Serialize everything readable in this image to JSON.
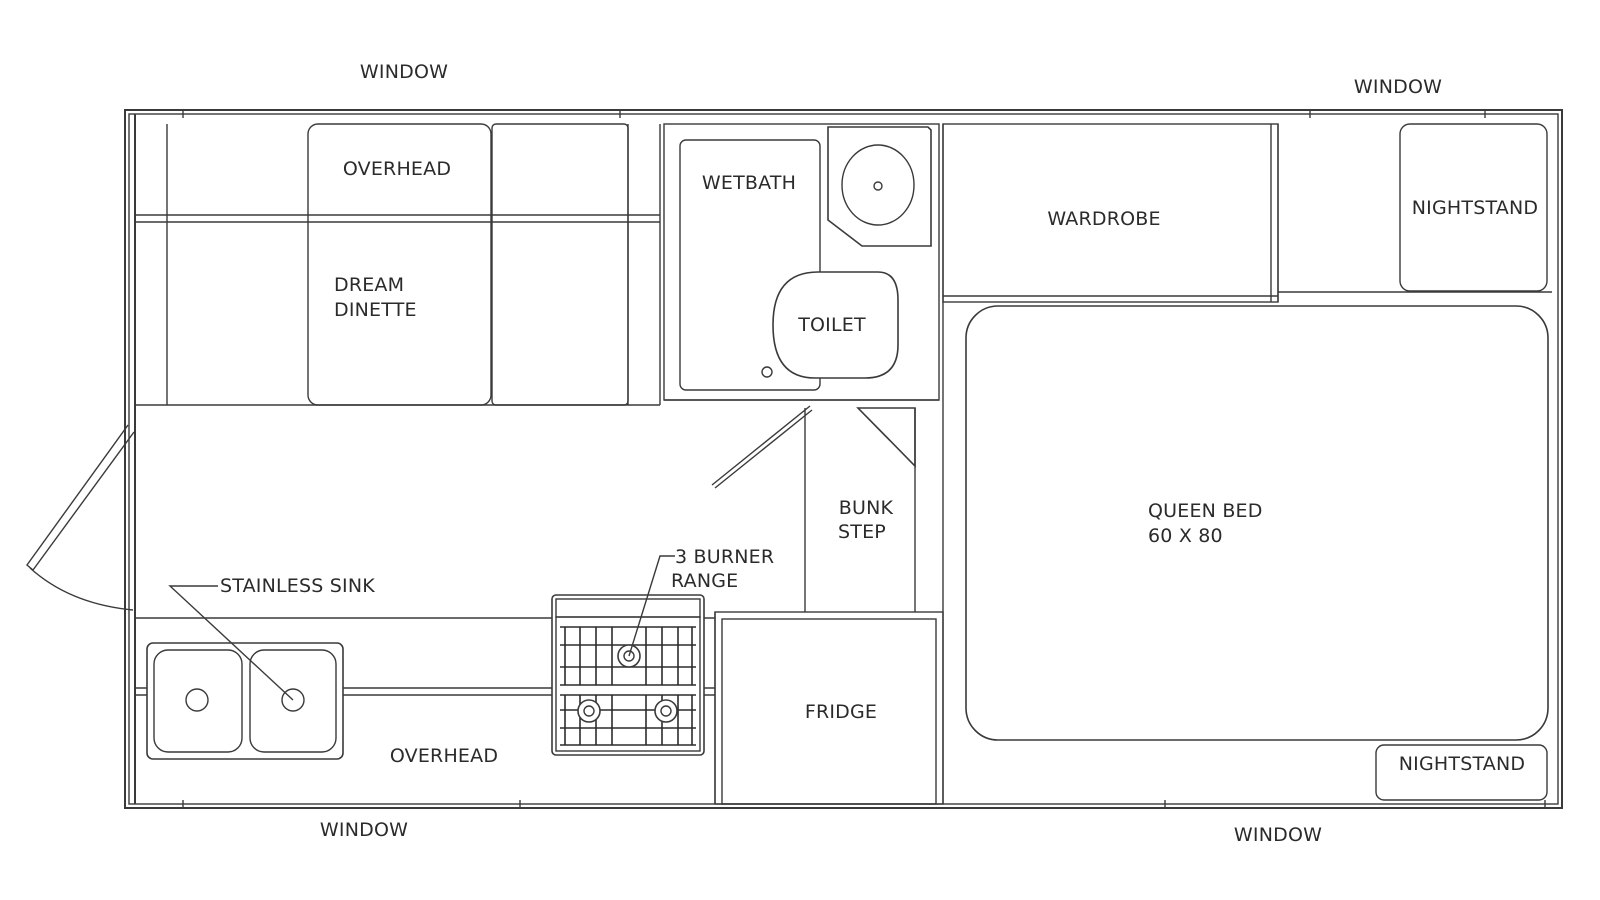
{
  "floorplan": {
    "windows": {
      "top_left": "WINDOW",
      "top_right": "WINDOW",
      "bottom_left": "WINDOW",
      "bottom_right": "WINDOW"
    },
    "rooms": {
      "overhead_top": "OVERHEAD",
      "dinette_line1": "DREAM",
      "dinette_line2": "DINETTE",
      "wetbath": "WETBATH",
      "toilet": "TOILET",
      "wardrobe": "WARDROBE",
      "nightstand_top": "NIGHTSTAND",
      "nightstand_bottom": "NIGHTSTAND",
      "bed_line1": "QUEEN  BED",
      "bed_line2": "60  X  80",
      "bunk_line1": "BUNK",
      "bunk_line2": "STEP",
      "range_line1": "3  BURNER",
      "range_line2": "RANGE",
      "sink": "STAINLESS  SINK",
      "overhead_bottom": "OVERHEAD",
      "fridge": "FRIDGE"
    }
  }
}
